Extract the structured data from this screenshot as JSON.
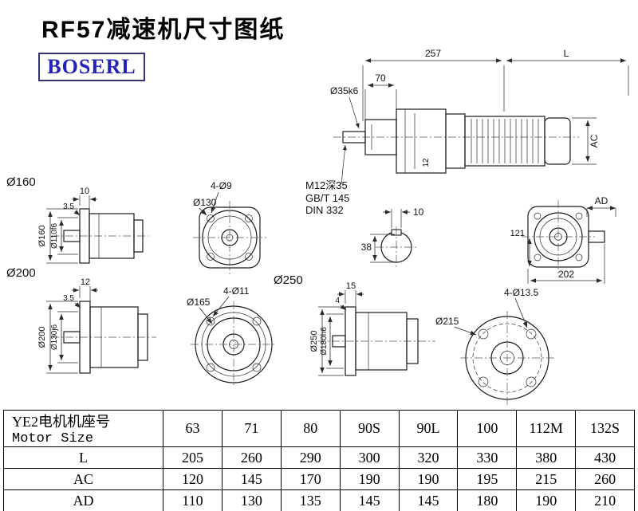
{
  "page": {
    "title": "RF57减速机尺寸图纸",
    "logo": "BOSERL",
    "brand_color": "#2323bb",
    "line_color": "#1b1b1b"
  },
  "main_view": {
    "dim_257": "257",
    "dim_l": "L",
    "dim_70": "70",
    "shaft_dia": "Ø35k6",
    "dim_ac": "AC",
    "dim_12": "12",
    "note_tap": "M12深35",
    "note_gb": "GB/T 145",
    "note_din": "DIN 332"
  },
  "shaft_section": {
    "key_width": "10",
    "dim_38": "38"
  },
  "ad_view": {
    "dim_ad": "AD",
    "dim_121": "121",
    "dim_202": "202"
  },
  "flange160": {
    "label": "Ø160",
    "dim_10": "10",
    "dim_3_5": "3.5",
    "dia_outer": "Ø160",
    "dia_spigot": "Ø110f6"
  },
  "flange130": {
    "holes": "4-Ø9",
    "dia": "Ø130"
  },
  "flange200": {
    "label": "Ø200",
    "dim_12": "12",
    "dim_3_5": "3.5",
    "dia_outer": "Ø200",
    "dia_spigot": "Ø130j6"
  },
  "flange165": {
    "label250": "Ø250",
    "holes": "4-Ø11",
    "dia": "Ø165"
  },
  "flange250": {
    "dim_15": "15",
    "dim_4": "4",
    "dia_outer": "Ø250",
    "dia_spigot": "Ø180h6"
  },
  "flange215": {
    "holes": "4-Ø13.5",
    "dia": "Ø215"
  },
  "table": {
    "header_cn": "YE2电机机座号",
    "header_en": "Motor Size",
    "sizes": [
      "63",
      "71",
      "80",
      "90S",
      "90L",
      "100",
      "112M",
      "132S"
    ],
    "rows": [
      {
        "label": "L",
        "values": [
          "205",
          "260",
          "290",
          "300",
          "320",
          "330",
          "380",
          "430"
        ]
      },
      {
        "label": "AC",
        "values": [
          "120",
          "145",
          "170",
          "190",
          "190",
          "195",
          "215",
          "260"
        ]
      },
      {
        "label": "AD",
        "values": [
          "110",
          "130",
          "135",
          "145",
          "145",
          "180",
          "190",
          "210"
        ]
      }
    ]
  }
}
